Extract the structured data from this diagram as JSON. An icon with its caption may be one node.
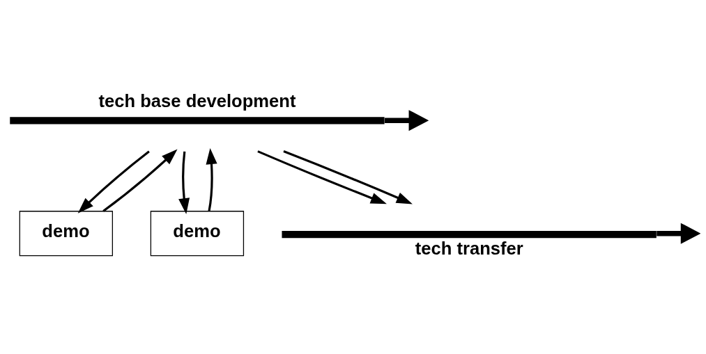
{
  "diagram": {
    "nodes": [
      {
        "text": [
          "tech base development"
        ]
      },
      {
        "text": [
          "demo"
        ]
      },
      {
        "text": [
          "demo"
        ]
      },
      {
        "text": [
          "tech transfer"
        ]
      }
    ],
    "edges": [
      {
        "from": 0,
        "to": 1,
        "arrow": "to"
      },
      {
        "from": 1,
        "to": 0,
        "arrow": "to"
      },
      {
        "from": 0,
        "to": 3,
        "arrow": "to"
      },
      {
        "from": 0,
        "to": 2,
        "arrow": "to"
      },
      {
        "from": 2,
        "to": 0,
        "arrow": "to"
      },
      {
        "from": 0,
        "to": 3,
        "arrow": "to"
      },
      {
        "from": 0,
        "to": null,
        "arrow": "to",
        "style": "thick"
      },
      {
        "from": 3,
        "to": null,
        "arrow": "to",
        "style": "thick"
      }
    ]
  }
}
